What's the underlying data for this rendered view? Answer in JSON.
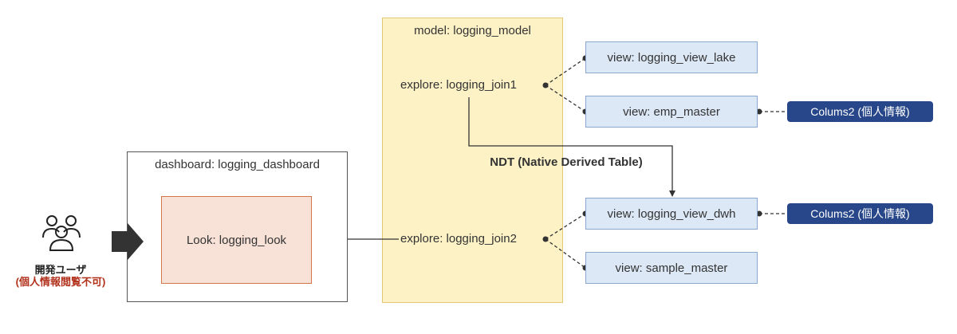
{
  "model": {
    "title": "model: logging_model",
    "explore1": "explore: logging_join1",
    "explore2": "explore: logging_join2"
  },
  "dashboard": {
    "title": "dashboard: logging_dashboard",
    "look": "Look: logging_look"
  },
  "views": {
    "lake": "view: logging_view_lake",
    "emp_master": "view: emp_master",
    "dwh": "view: logging_view_dwh",
    "sample_master": "view: sample_master"
  },
  "pii_badges": {
    "emp_master": "Colums2 (個人情報)",
    "dwh": "Colums2 (個人情報)"
  },
  "ndt_label": "NDT (Native Derived Table)",
  "user": {
    "name": "開発ユーザ",
    "note": "(個人情報閲覧不可)",
    "icon": "users-icon"
  },
  "colors": {
    "model_fill": "#fdf2c6",
    "look_fill": "#f8e2d7",
    "view_fill": "#dde8f6",
    "badge_fill": "#28478a",
    "warning_text": "#b2311c"
  }
}
